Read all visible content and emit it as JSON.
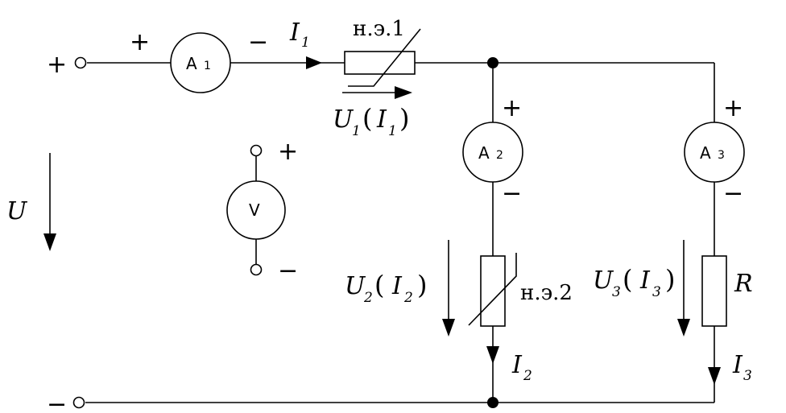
{
  "signs": {
    "plus": "+",
    "minus": "−"
  },
  "meters": {
    "a1": {
      "letter": "A",
      "index": "1"
    },
    "a2": {
      "letter": "A",
      "index": "2"
    },
    "a3": {
      "letter": "A",
      "index": "3"
    },
    "v": {
      "letter": "V"
    }
  },
  "labels": {
    "U": "U",
    "I": "I",
    "R": "R",
    "sub1": "1",
    "sub2": "2",
    "sub3": "3",
    "paren_open": "(",
    "paren_close": ")"
  },
  "elements": {
    "ne1": "н.э.1",
    "ne2": "н.э.2"
  }
}
